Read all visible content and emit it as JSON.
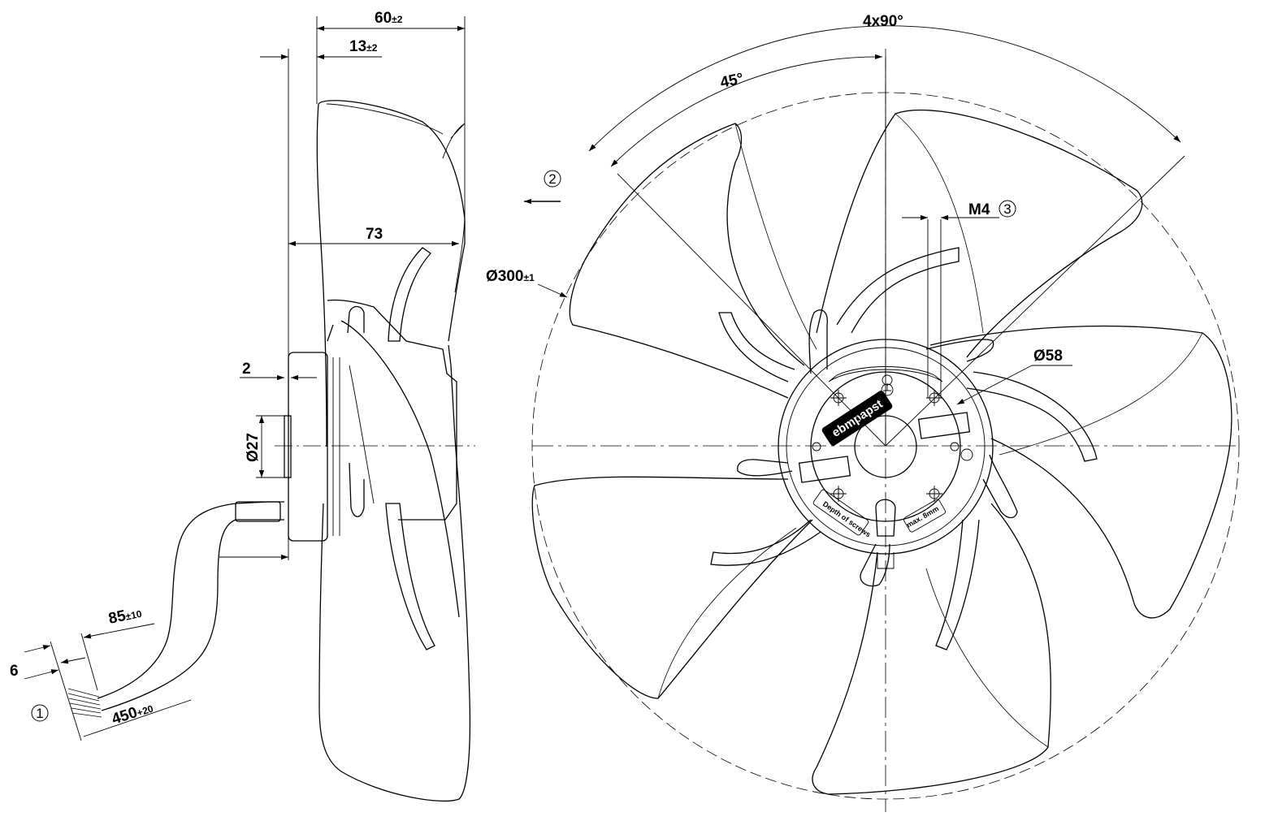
{
  "drawing": {
    "brand": "ebmpapst",
    "labels": {
      "screw_depth": "Depth of screws",
      "screw_max": "max. 8mm"
    },
    "side_view": {
      "dim_depth": {
        "main": "60",
        "tol": "±2"
      },
      "dim_offset": {
        "main": "13",
        "tol": "±2"
      },
      "dim_hub": "73",
      "dim_flange": "2",
      "dim_shaft": "Ø27",
      "cable_strip": {
        "main": "85",
        "tol": "±10"
      },
      "cable_end": "6",
      "cable_length": {
        "main": "450",
        "tol": "+20"
      }
    },
    "front_view": {
      "dim_angle_total": "4x90°",
      "dim_angle_single": "45°",
      "dim_diameter": {
        "main": "Ø300",
        "tol": "±1"
      },
      "dim_hub": "Ø58",
      "dim_thread": "M4"
    },
    "callouts": {
      "one": "1",
      "two": "2",
      "three": "3"
    },
    "colors": {
      "line": "#000000",
      "background": "#ffffff",
      "badge": "#000000"
    }
  }
}
